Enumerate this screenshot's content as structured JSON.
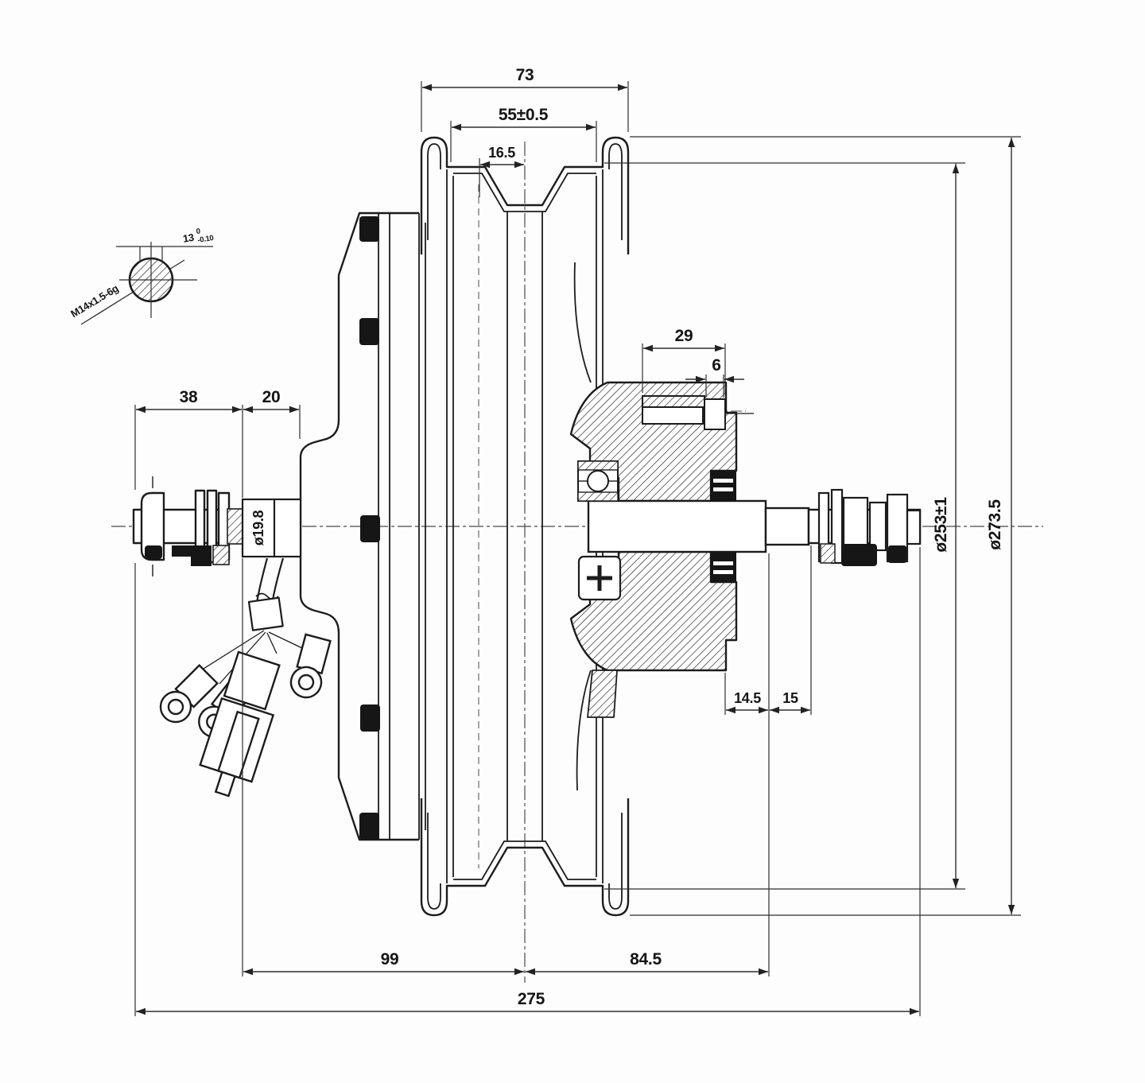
{
  "drawing_title": "hub-motor-wheel-cross-section",
  "dims": {
    "rim_outer_width": "73",
    "rim_inner_width": "55±0.5",
    "groove_width": "16.5",
    "axle_left_len": "38",
    "axle_left_step": "20",
    "axle_diameter": "ø19.8",
    "stud_length": "29",
    "stud_head_width": "6",
    "hub_step_a": "14.5",
    "hub_step_b": "15",
    "rim_bed_diameter": "ø253±1",
    "rim_flange_diameter": "ø273.5",
    "left_to_center": "99",
    "center_to_right": "84.5",
    "overall_length": "275"
  },
  "detail_callout": {
    "flat_width": "13",
    "tol_upper": "0",
    "tol_lower": "-0.10",
    "thread": "M14x1.5-6g"
  },
  "colors": {
    "line": "#1c1c1c",
    "dim_line": "#2e2e2e",
    "background": "#fdfdfd"
  }
}
